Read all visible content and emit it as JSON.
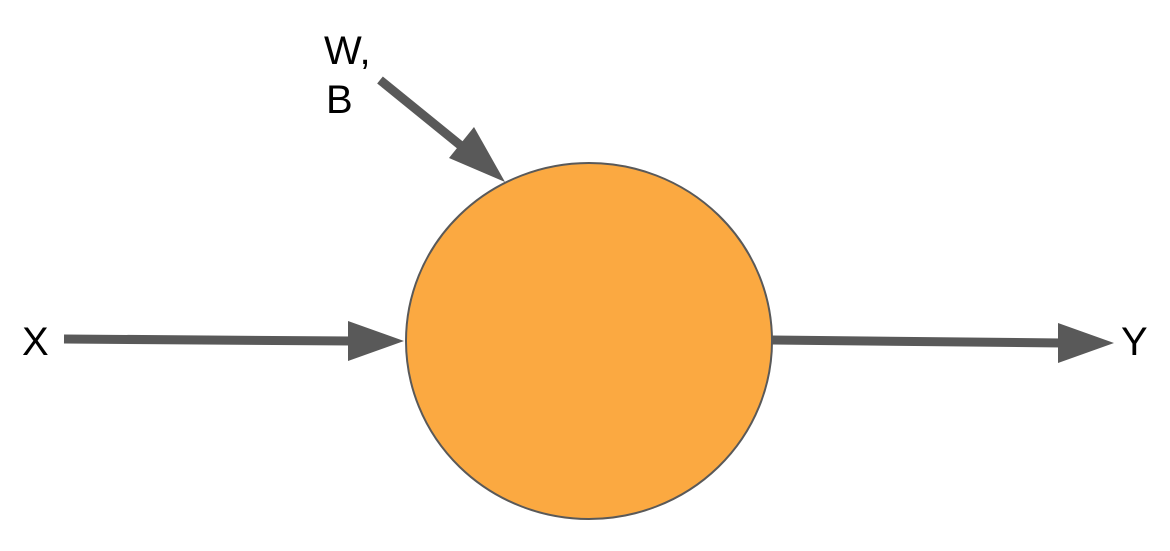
{
  "diagram": {
    "labels": {
      "input": "X",
      "params_line1": "W,",
      "params_line2": "B",
      "output": "Y"
    },
    "colors": {
      "node_fill": "#fba941",
      "node_stroke": "#595959",
      "arrow": "#595959",
      "text": "#000000"
    }
  }
}
